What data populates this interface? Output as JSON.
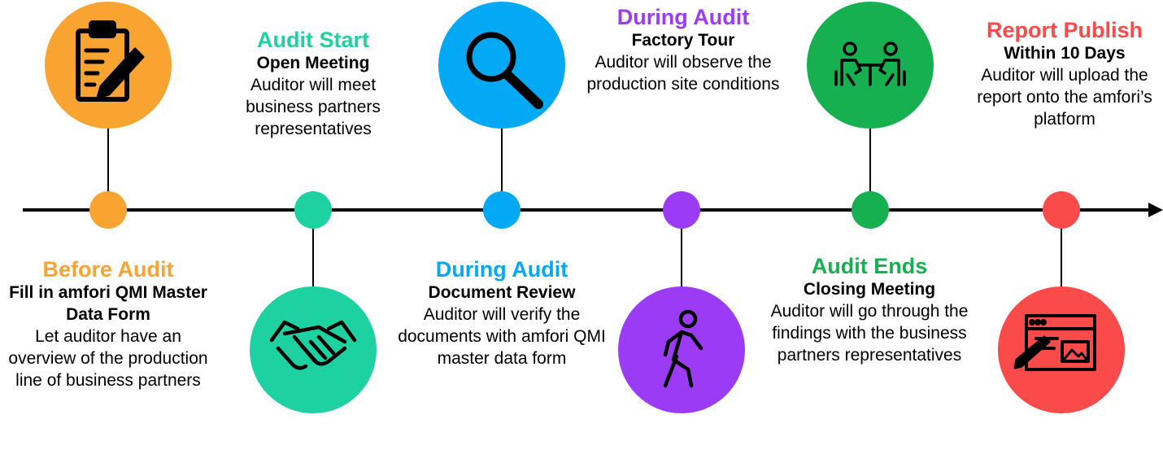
{
  "colors": {
    "orange": "#F9A330",
    "teal": "#1DD1A1",
    "blue": "#03A9F4",
    "purple": "#9B3BF5",
    "green": "#16B050",
    "red": "#FA4A4A",
    "line": "#000000"
  },
  "stages": [
    {
      "id": "before-audit",
      "heading": "Before Audit",
      "subtitle": "Fill in amfori QMI Master Data Form",
      "description": "Let auditor have an overview of the production line of business partners",
      "color": "orange",
      "icon": "clipboard-icon"
    },
    {
      "id": "audit-start",
      "heading": "Audit Start",
      "subtitle": "Open Meeting",
      "description": "Auditor will meet business partners representatives",
      "color": "teal",
      "icon": "handshake-icon"
    },
    {
      "id": "document-review",
      "heading": "During Audit",
      "subtitle": "Document Review",
      "description": "Auditor will verify the documents with amfori QMI master data form",
      "color": "blue",
      "icon": "magnifier-icon"
    },
    {
      "id": "factory-tour",
      "heading": "During Audit",
      "subtitle": "Factory Tour",
      "description": "Auditor will observe the production site conditions",
      "color": "purple",
      "icon": "walking-person-icon"
    },
    {
      "id": "audit-ends",
      "heading": "Audit Ends",
      "subtitle": "Closing Meeting",
      "description": "Auditor will go through the findings with the business partners representatives",
      "color": "green",
      "icon": "meeting-table-icon"
    },
    {
      "id": "report-publish",
      "heading": "Report Publish",
      "subtitle": "Within 10 Days",
      "description": "Auditor will upload the report onto the amfori’s platform",
      "color": "red",
      "icon": "web-editor-icon"
    }
  ]
}
